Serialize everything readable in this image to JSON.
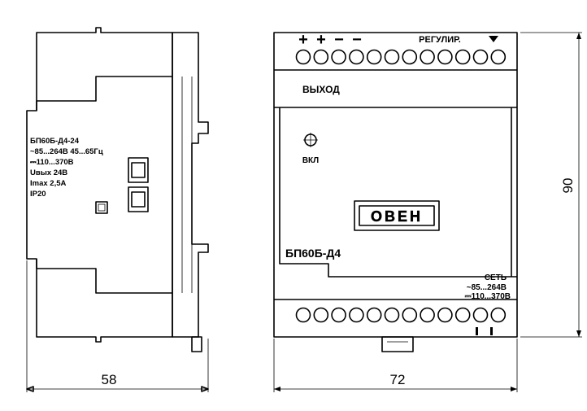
{
  "side_view": {
    "label_lines": [
      "БП60Б-Д4-24",
      "~85...264В 45...65Гц",
      "⎓110...370В",
      "Uвых 24В",
      "Imax  2,5А",
      "IP20"
    ],
    "width_dimension": "58"
  },
  "front_view": {
    "terminal_polarity": [
      "+",
      "+",
      "−",
      "−"
    ],
    "adjust_label": "РЕГУЛИР.",
    "output_label": "ВЫХОД",
    "power_indicator_label": "ВКЛ",
    "brand_logo": "ОВЕН",
    "model_label": "БП60Б-Д4",
    "mains_label": "СЕТЬ",
    "mains_ac_range": "~85...264В",
    "mains_dc_range": "⎓110...370В",
    "width_dimension": "72",
    "height_dimension": "90"
  },
  "colors": {
    "line": "#000000",
    "background": "#ffffff"
  }
}
